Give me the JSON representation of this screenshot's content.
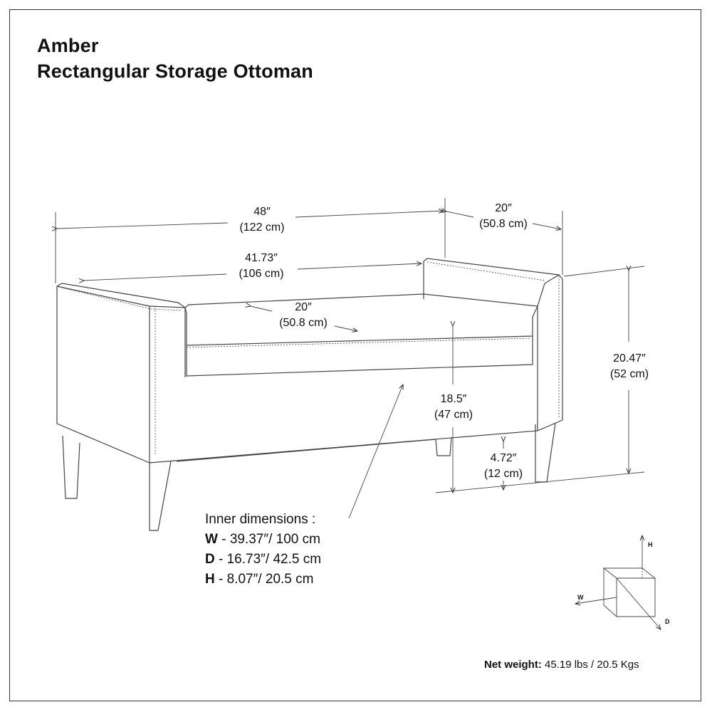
{
  "title": {
    "line1": "Amber",
    "line2": "Rectangular Storage Ottoman"
  },
  "dimensions": {
    "overall_width": {
      "in": "48″",
      "cm": "(122 cm)"
    },
    "overall_depth": {
      "in": "20″",
      "cm": "(50.8 cm)"
    },
    "inner_seat_width": {
      "in": "41.73″",
      "cm": "(106 cm)"
    },
    "seat_depth": {
      "in": "20″",
      "cm": "(50.8 cm)"
    },
    "overall_height": {
      "in": "20.47″",
      "cm": "(52 cm)"
    },
    "seat_height": {
      "in": "18.5″",
      "cm": "(47 cm)"
    },
    "leg_height": {
      "in": "4.72″",
      "cm": "(12 cm)"
    }
  },
  "inner_dimensions": {
    "heading": "Inner dimensions :",
    "w_key": "W",
    "w_value": " - 39.37″/ 100 cm",
    "d_key": "D",
    "d_value": " - 16.73″/ 42.5 cm",
    "h_key": "H",
    "h_value": " - 8.07″/ 20.5 cm"
  },
  "axes": {
    "h": "H",
    "w": "W",
    "d": "D"
  },
  "net_weight": {
    "label": "Net weight:",
    "value": " 45.19 lbs / 20.5 Kgs"
  }
}
